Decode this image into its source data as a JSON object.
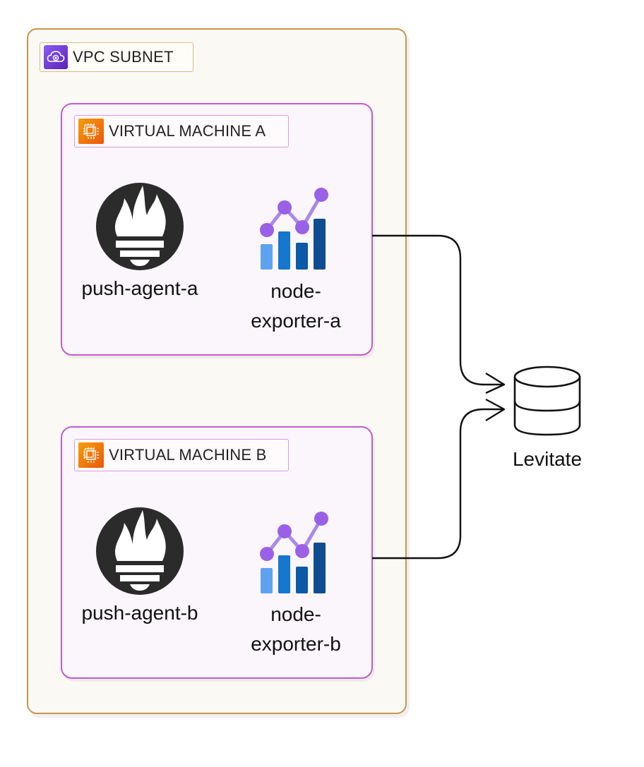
{
  "vpc": {
    "label": "VPC SUBNET",
    "icon": "cloud-subnet-icon",
    "border_color": "#c9964a"
  },
  "machines": [
    {
      "label": "VIRTUAL MACHINE A",
      "icon": "compute-instance-icon",
      "agent": {
        "label": "push-agent-a",
        "icon": "prometheus-icon"
      },
      "exporter": {
        "label": "node-\nexporter-a",
        "icon": "metrics-chart-icon"
      }
    },
    {
      "label": "VIRTUAL MACHINE B",
      "icon": "compute-instance-icon",
      "agent": {
        "label": "push-agent-b",
        "icon": "prometheus-icon"
      },
      "exporter": {
        "label": "node-\nexporter-b",
        "icon": "metrics-chart-icon"
      }
    }
  ],
  "target": {
    "label": "Levitate",
    "icon": "database-icon"
  },
  "colors": {
    "vm_border": "#c15bd0",
    "vpc_accent": "#6d28d9",
    "vm_accent": "#ea580c",
    "prometheus": "#2b2b2b"
  }
}
